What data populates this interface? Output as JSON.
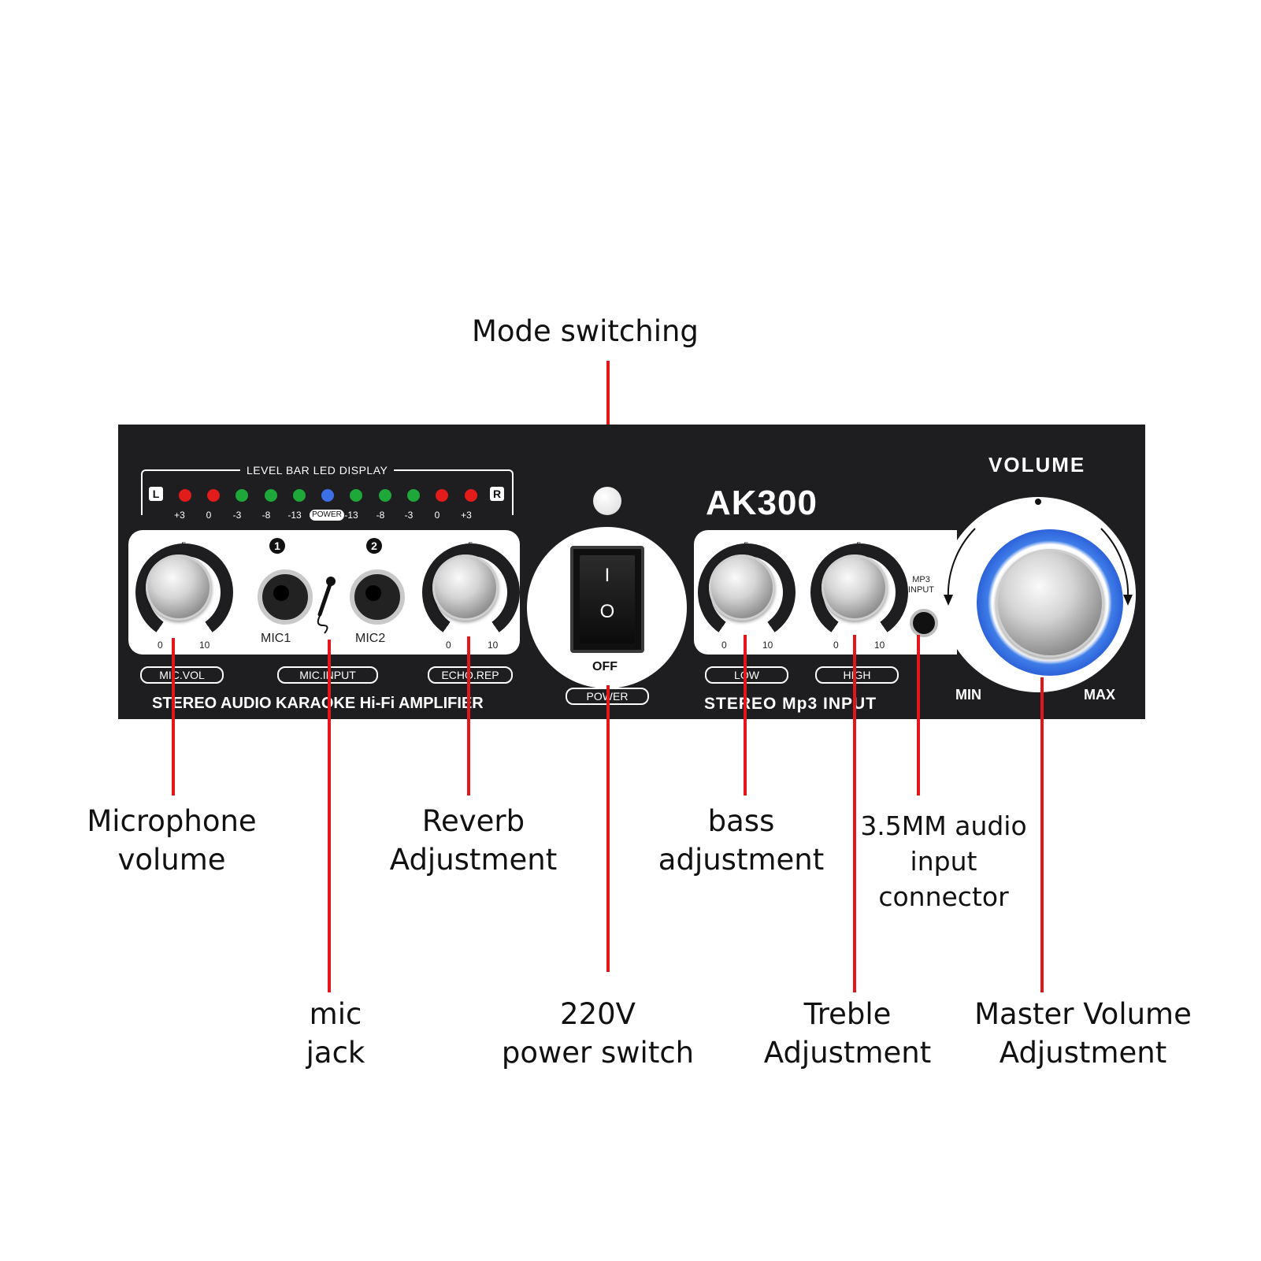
{
  "callouts": {
    "mode_switching": "Mode switching",
    "mic_volume": [
      "Microphone",
      "volume"
    ],
    "reverb": [
      "Reverb",
      "Adjustment"
    ],
    "bass": [
      "bass",
      "adjustment"
    ],
    "aux": [
      "3.5MM audio",
      "input",
      "connector"
    ],
    "mic_jack": [
      "mic",
      "jack"
    ],
    "power": [
      "220V",
      "power switch"
    ],
    "treble": [
      "Treble",
      "Adjustment"
    ],
    "master": [
      "Master Volume",
      "Adjustment"
    ]
  },
  "panel": {
    "model": "AK300",
    "volume_label": "VOLUME",
    "min": "MIN",
    "max": "MAX",
    "led_display_title": "LEVEL BAR LED DISPLAY",
    "led_left": "L",
    "led_right": "R",
    "led_levels": [
      "+3",
      "0",
      "-3",
      "-8",
      "-13",
      "-13",
      "-8",
      "-3",
      "0",
      "+3"
    ],
    "led_power": "POWER",
    "led_colors": [
      "#e21b1b",
      "#e21b1b",
      "#1fa83a",
      "#1fa83a",
      "#1fa83a",
      "#3d6fe8",
      "#1fa83a",
      "#1fa83a",
      "#1fa83a",
      "#e21b1b",
      "#e21b1b"
    ],
    "mic1": "MIC1",
    "mic2": "MIC2",
    "mic1_num": "1",
    "mic2_num": "2",
    "knob_mid": "5",
    "knob_min": "0",
    "knob_max": "10",
    "mic_vol_label": "MIC.VOL",
    "mic_input_label": "MIC.INPUT",
    "echo_label": "ECHO.REP",
    "switch_on": "I",
    "switch_off": "O",
    "off_label": "OFF",
    "power_label": "POWER",
    "low_label": "LOW",
    "high_label": "HIGH",
    "mp3_input": [
      "MP3",
      "INPUT"
    ],
    "footer_left": "STEREO AUDIO KARAOKE Hi-Fi AMPLIFIER",
    "footer_right": "STEREO Mp3 INPUT"
  }
}
